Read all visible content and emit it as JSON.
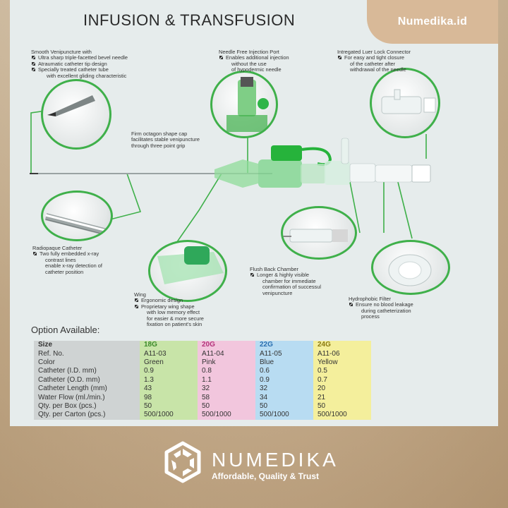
{
  "header": {
    "title": "INFUSION & TRANSFUSION",
    "brand": "Numedika.id"
  },
  "features": {
    "venipuncture": {
      "head": "Smooth Venipuncture with",
      "lines": [
        "Ultra sharp triple-facetted bevel needle",
        "Atraumatic catheter tip design",
        "Specially treated catheter tube"
      ],
      "cont": "with excellent gliding characteristic"
    },
    "injection_port": {
      "head": "Needle Free Injection Port",
      "lines": [
        "Enables additional injection"
      ],
      "cont": [
        "without the use",
        "of hypodermic needle"
      ]
    },
    "luer_lock": {
      "head": "Intregated Luer Lock Connector",
      "lines": [
        "For easy and tight closure"
      ],
      "cont": [
        "of the catheter after",
        "withdrawal of the needle"
      ]
    },
    "octagon_cap": {
      "lines": [
        "Firm octagon shape cap",
        "facilitates stable venipuncture",
        "through three point grip"
      ]
    },
    "radiopaque": {
      "head": "Radiopaque Catheter",
      "lines": [
        "Two fully embedded x-ray"
      ],
      "cont": [
        "contrast lines",
        "enable x-ray detection of",
        "catheter position"
      ]
    },
    "flush_back": {
      "head": "Flush Back Chamber",
      "lines": [
        "Longer & highly visible"
      ],
      "cont": [
        "chamber for immediate",
        "confirmation of successul",
        "venipuncture"
      ]
    },
    "wing": {
      "head": "Wing",
      "lines": [
        "Ergonomic design",
        "Proprietary wing shape"
      ],
      "cont": [
        "with low memory effect",
        "for easier & more secure",
        "fixation on patient's skin"
      ]
    },
    "hydrophobic": {
      "head": "Hydrophobic Filter",
      "lines": [
        "Ensure no blood leakage"
      ],
      "cont": [
        "during catheterization",
        "process"
      ]
    }
  },
  "options": {
    "title": "Option Available:",
    "header": [
      "Size",
      "18G",
      "20G",
      "22G",
      "24G"
    ],
    "rows": [
      [
        "Ref. No.",
        "A11-03",
        "A11-04",
        "A11-05",
        "A11-06"
      ],
      [
        "Color",
        "Green",
        "Pink",
        "Blue",
        "Yellow"
      ],
      [
        "Catheter (I.D. mm)",
        "0.9",
        "0.8",
        "0.6",
        "0.5"
      ],
      [
        "Catheter (O.D. mm)",
        "1.3",
        "1.1",
        "0.9",
        "0.7"
      ],
      [
        "Catheter Length (mm)",
        "43",
        "32",
        "32",
        "20"
      ],
      [
        "Water Flow (ml./min.)",
        "98",
        "58",
        "34",
        "21"
      ],
      [
        "Qty. per Box (pcs.)",
        "50",
        "50",
        "50",
        "50"
      ],
      [
        "Qty. per Carton (pcs.)",
        "500/1000",
        "500/1000",
        "500/1000",
        "500/1000"
      ]
    ]
  },
  "footer": {
    "wordmark": "NUMEDIKA",
    "tagline": "Affordable, Quality & Trust"
  },
  "colors": {
    "accent_green": "#3fb04a",
    "brand_tan": "#d8b998",
    "size_18g": "#c8e4a8",
    "size_20g": "#f2c6dd",
    "size_22g": "#b8dcf2",
    "size_24g": "#f4ef9c"
  }
}
